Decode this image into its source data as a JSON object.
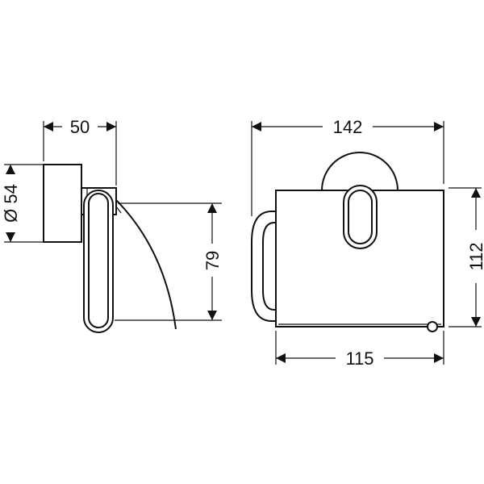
{
  "dimensions": {
    "side_width": "50",
    "diameter": "Ø 54",
    "drop_height": "79",
    "front_width_total": "142",
    "front_height": "112",
    "front_width_cover": "115"
  },
  "colors": {
    "line": "#111111",
    "background": "#ffffff"
  }
}
